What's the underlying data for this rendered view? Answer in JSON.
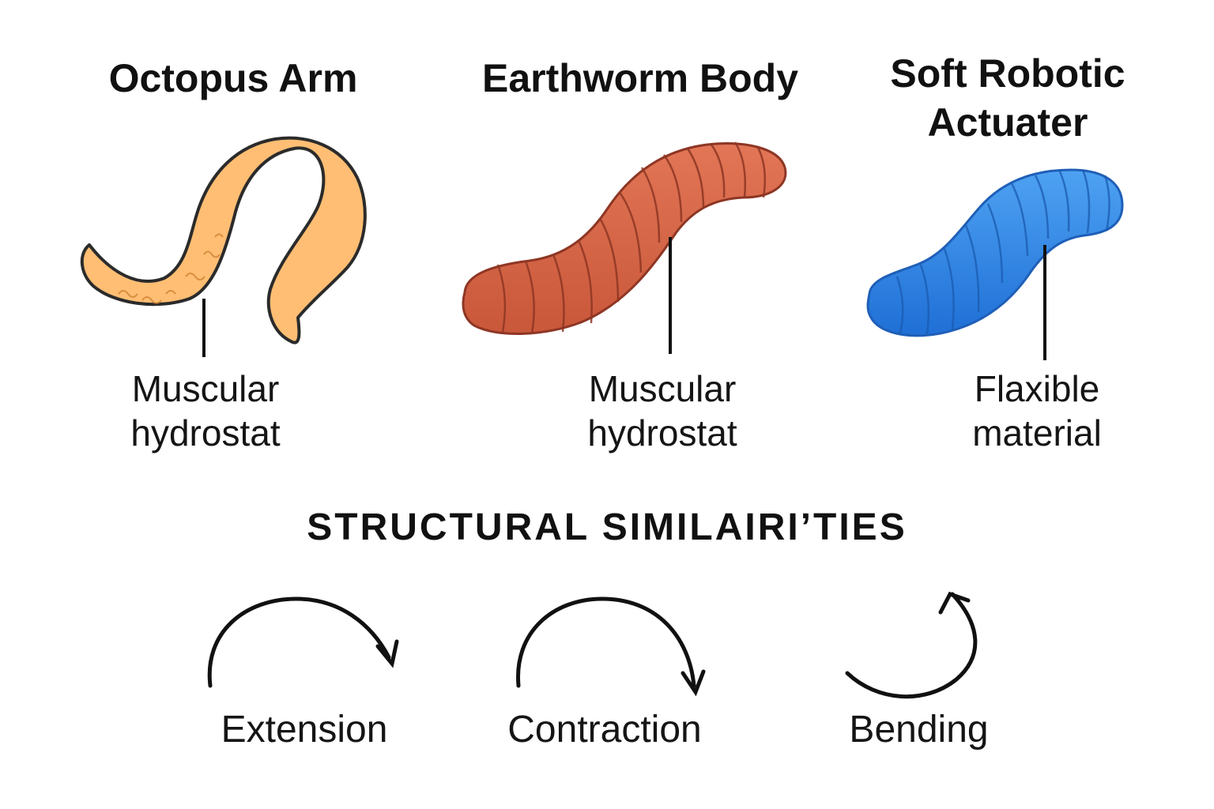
{
  "columns": [
    {
      "title_lines": [
        "Octopus Arm"
      ],
      "label_lines": [
        "Muscular",
        "hydrostat"
      ],
      "color": "#FFBE73",
      "outline": "#2b2b2b"
    },
    {
      "title_lines": [
        "Earthworm Body"
      ],
      "label_lines": [
        "Muscular",
        "hydrostat"
      ],
      "color": "#DD6A4A",
      "outline": "#8E3624"
    },
    {
      "title_lines": [
        "Soft Robotic",
        "Actuater"
      ],
      "label_lines": [
        "Flaxible",
        "material"
      ],
      "color": "#2F86E6",
      "outline": "#1F5FB8"
    }
  ],
  "section_heading": "STRUCTURAL SIMILAIRI’TIES",
  "motions": [
    {
      "label": "Extension",
      "icon": "clockwise-arc-arrow-icon"
    },
    {
      "label": "Contraction",
      "icon": "clockwise-arc-arrow-icon"
    },
    {
      "label": "Bending",
      "icon": "curl-up-arrow-icon"
    }
  ]
}
